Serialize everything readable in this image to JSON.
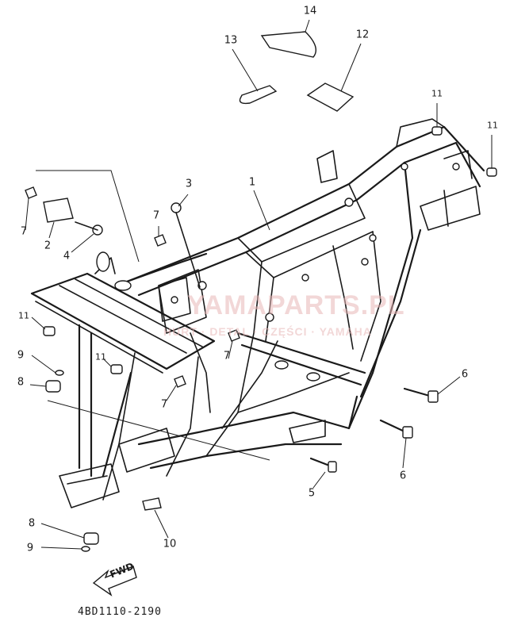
{
  "diagram": {
    "code": "4BD1110-2190",
    "forward_label": "FWD",
    "watermark_main": "YAMAPARTS.PL",
    "watermark_sub": "HURT · DETAL · CZĘŚCI · YAMAHA",
    "callouts": {
      "c1": "1",
      "c2": "2",
      "c3": "3",
      "c4": "4",
      "c5": "5",
      "c6a": "6",
      "c6b": "6",
      "c7a": "7",
      "c7b": "7",
      "c7c": "7",
      "c7d": "7",
      "c8a": "8",
      "c8b": "8",
      "c9a": "9",
      "c9b": "9",
      "c10": "10",
      "c11a": "11",
      "c11b": "11",
      "c11c": "11",
      "c11d": "11",
      "c12": "12",
      "c13": "13",
      "c14": "14"
    }
  }
}
